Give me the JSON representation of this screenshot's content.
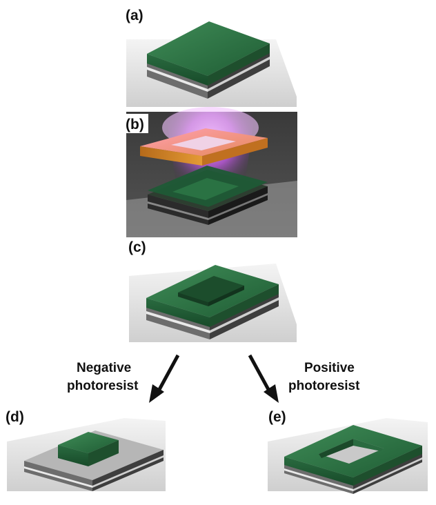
{
  "panels": {
    "a": {
      "label": "(a)"
    },
    "b": {
      "label": "(b)"
    },
    "c": {
      "label": "(c)"
    },
    "d": {
      "label": "(d)"
    },
    "e": {
      "label": "(e)"
    }
  },
  "branches": {
    "negative": {
      "line1": "Negative",
      "line2": "photoresist"
    },
    "positive": {
      "line1": "Positive",
      "line2": "photoresist"
    }
  },
  "colors": {
    "photoresist_green": "#2f7a47",
    "substrate_white": "#e8e8e8",
    "mask_orange": "#d98a2a",
    "uv_light_purple": "#b75ad8"
  }
}
